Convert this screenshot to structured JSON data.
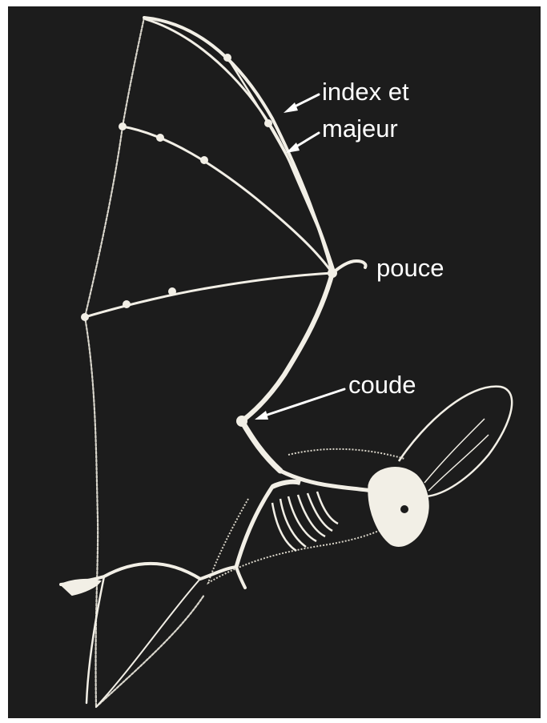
{
  "labels": {
    "index_et": "index et",
    "majeur": "majeur",
    "pouce": "pouce",
    "coude": "coude"
  },
  "colors": {
    "background": "#1c1c1c",
    "bone": "#f2efe6",
    "fur": "#d8d4c8",
    "text": "#ffffff"
  }
}
